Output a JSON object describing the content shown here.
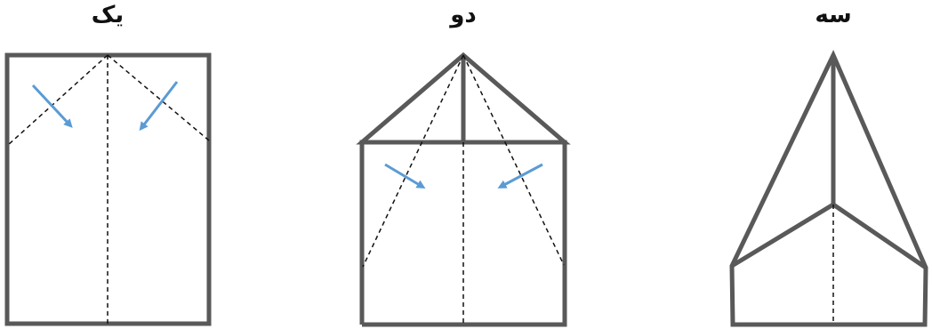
{
  "steps": [
    {
      "title": "یک"
    },
    {
      "title": "دو"
    },
    {
      "title": "سه"
    }
  ],
  "colors": {
    "outline": "#595959",
    "fold_line": "#111111",
    "arrow": "#5b9bd5"
  },
  "icons": {
    "fold_arrow": "arrow-icon"
  }
}
